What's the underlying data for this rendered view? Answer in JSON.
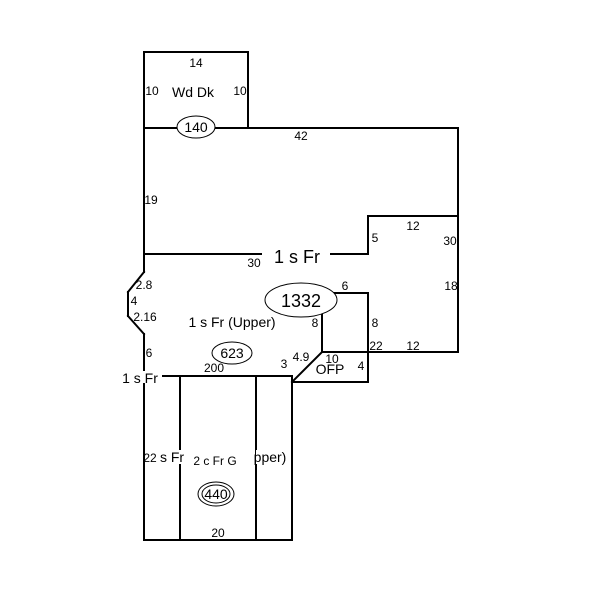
{
  "labels": {
    "wood_deck": "Wd Dk",
    "main_floor": "1 s Fr",
    "upper": "1 s Fr  (Upper)",
    "left_wing": "1 s Fr",
    "porch": "OFP",
    "garage_upper": "s Fr",
    "garage_upper_tail": "pper)",
    "garage": "2 c Fr G"
  },
  "areas": {
    "wood_deck": "140",
    "main_floor": "1332",
    "upper": "623",
    "garage": "440"
  },
  "dims": {
    "deck_top": "14",
    "deck_left": "10",
    "deck_right": "10",
    "main_top": "42",
    "main_left": "19",
    "right_top_step": "12",
    "right_side": "30",
    "step_vertical": "5",
    "main_mid": "30",
    "right_lower": "18",
    "bay_top": "2.8",
    "bay_mid": "4",
    "bay_bottom": "2.16",
    "upper_step": "6",
    "upper_right": "8",
    "notch_right": "8",
    "bottom_right": "12",
    "corner_22": "22",
    "left_lower": "6",
    "porch_diag": "4.9",
    "porch_top": "10",
    "porch_side": "4",
    "porch_small": "3",
    "garage_top": "200",
    "garage_left": "22",
    "garage_bottom": "20"
  }
}
